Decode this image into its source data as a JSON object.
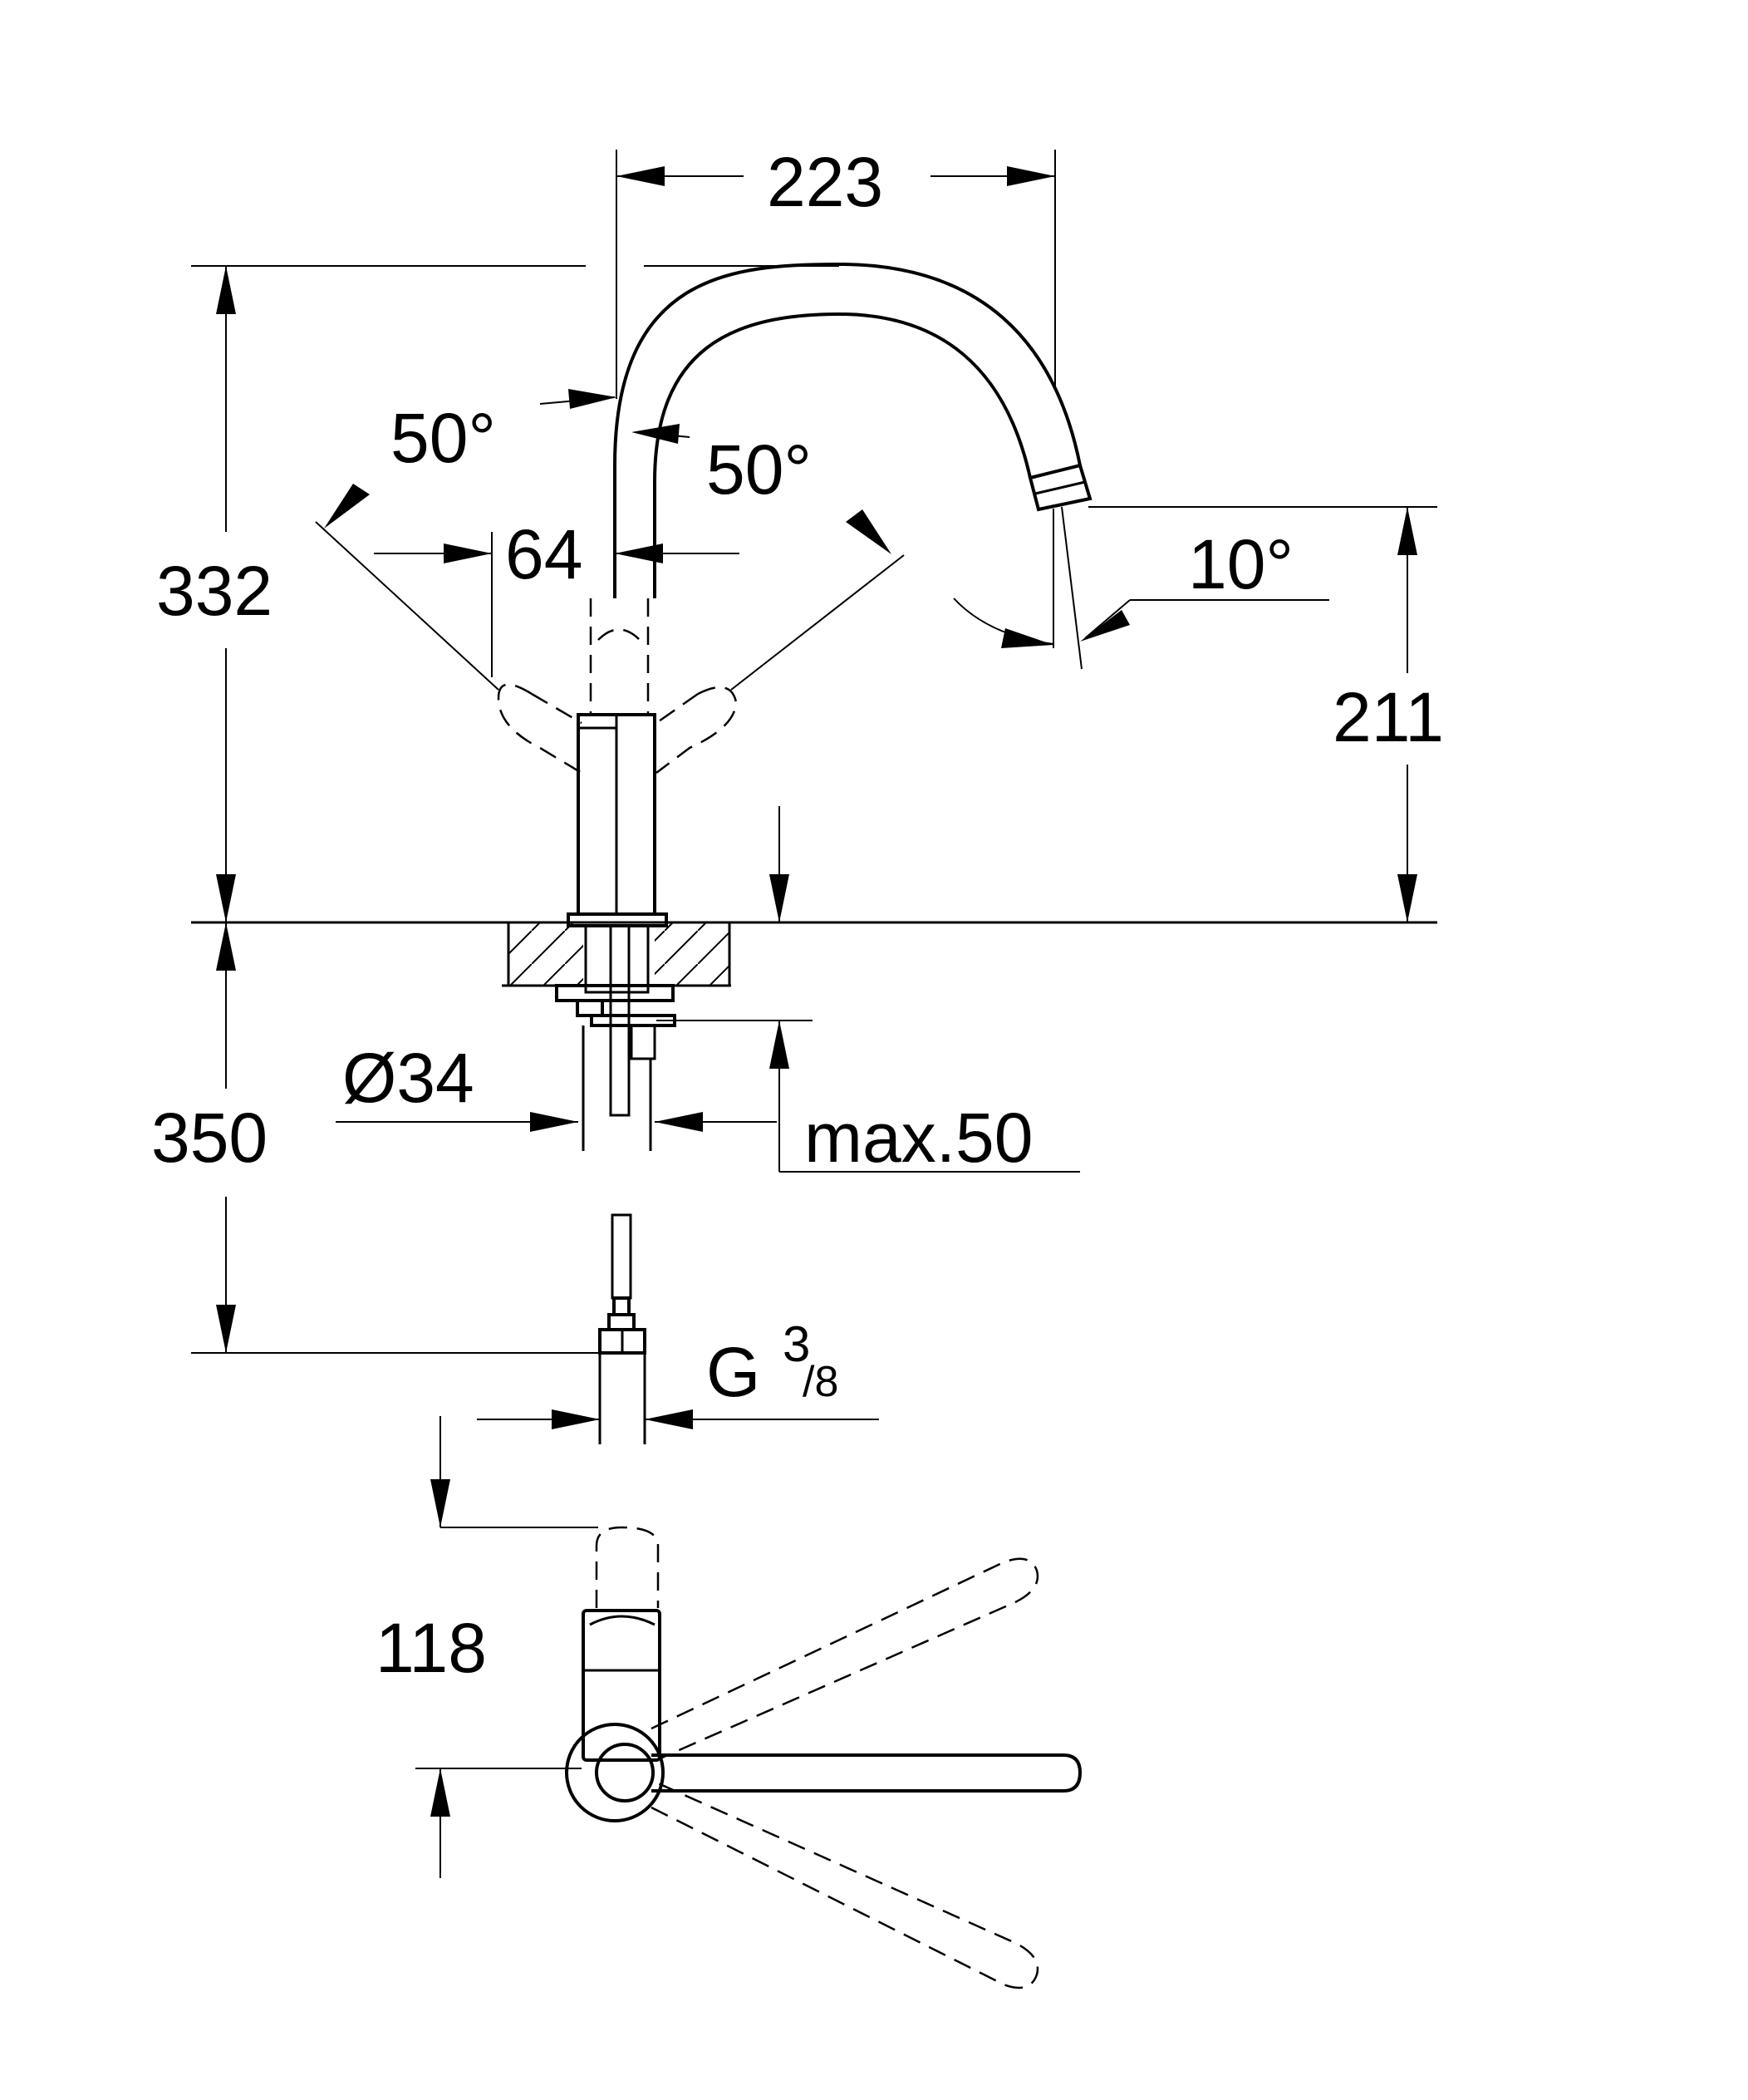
{
  "dimensions": {
    "spout_reach": "223",
    "height_total": "332",
    "spout_height": "211",
    "below_counter": "350",
    "swivel_angle_left": "50°",
    "swivel_angle_right": "50°",
    "handle_spacing": "64",
    "spout_tilt": "10°",
    "body_diameter": "Ø34",
    "counter_thickness": "max.50",
    "connection_thread_main": "G",
    "connection_thread_num": "3",
    "connection_thread_den": "/8",
    "handle_depth": "118"
  }
}
